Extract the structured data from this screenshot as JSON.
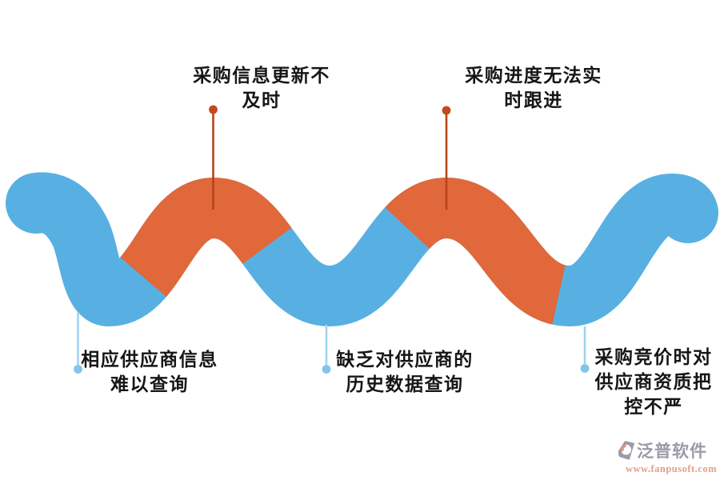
{
  "diagram": {
    "title_hint": "procurement-problems-wave-infographic",
    "labels": {
      "top": [
        {
          "lines": [
            "采购信息更新不",
            "及时"
          ]
        },
        {
          "lines": [
            "采购进度无法实",
            "时跟进"
          ]
        }
      ],
      "bottom": [
        {
          "lines": [
            "相应供应商信息",
            "难以查询"
          ]
        },
        {
          "lines": [
            "缺乏对供应商的",
            "历史数据查询"
          ]
        },
        {
          "lines": [
            "采购竞价时对",
            "供应商资质把",
            "控不严"
          ]
        }
      ]
    }
  },
  "watermark": {
    "brand": "泛普软件",
    "url": "www.fanpusoft.com"
  },
  "colors": {
    "wave_blue": "#58b0e2",
    "wave_orange": "#e0683a",
    "top_connector_line": "#b64418",
    "top_connector_dot": "#c24a1c",
    "bottom_connector_line": "#9fd2f0",
    "bottom_connector_dot": "#83c4ea",
    "label_text": "#161616",
    "watermark_brand": "#9a9aa8",
    "watermark_url": "#e89b88",
    "watermark_logo_gray": "#9a9aa8",
    "watermark_logo_salmon": "#e4927e"
  }
}
